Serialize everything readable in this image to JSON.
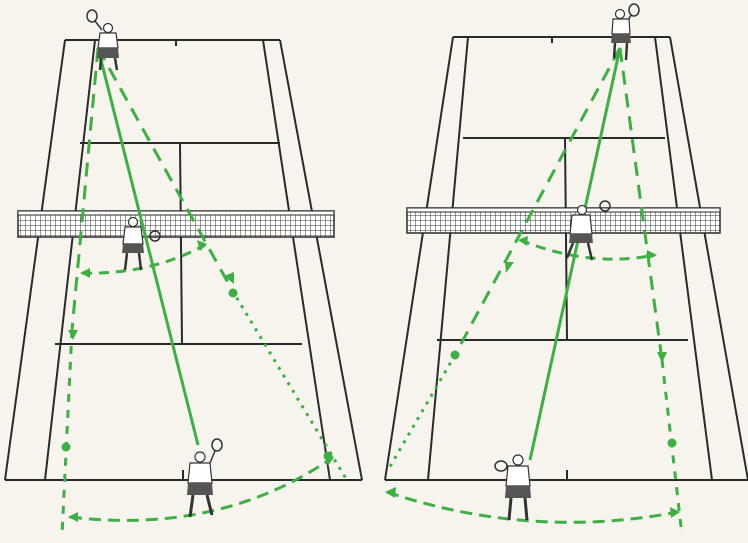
{
  "colors": {
    "paper": "#f7f4ee",
    "court_line": "#2a2a2a",
    "net": "#3a3a3a",
    "net_band": "#ffffff",
    "trajectory": "#3cb043",
    "player_fill": "#ffffff",
    "player_dark": "#333333"
  },
  "diagrams": [
    {
      "name": "left-court",
      "players": [
        "far-player",
        "net-player",
        "near-player"
      ]
    },
    {
      "name": "right-court",
      "players": [
        "far-player",
        "net-player",
        "near-player"
      ]
    }
  ]
}
